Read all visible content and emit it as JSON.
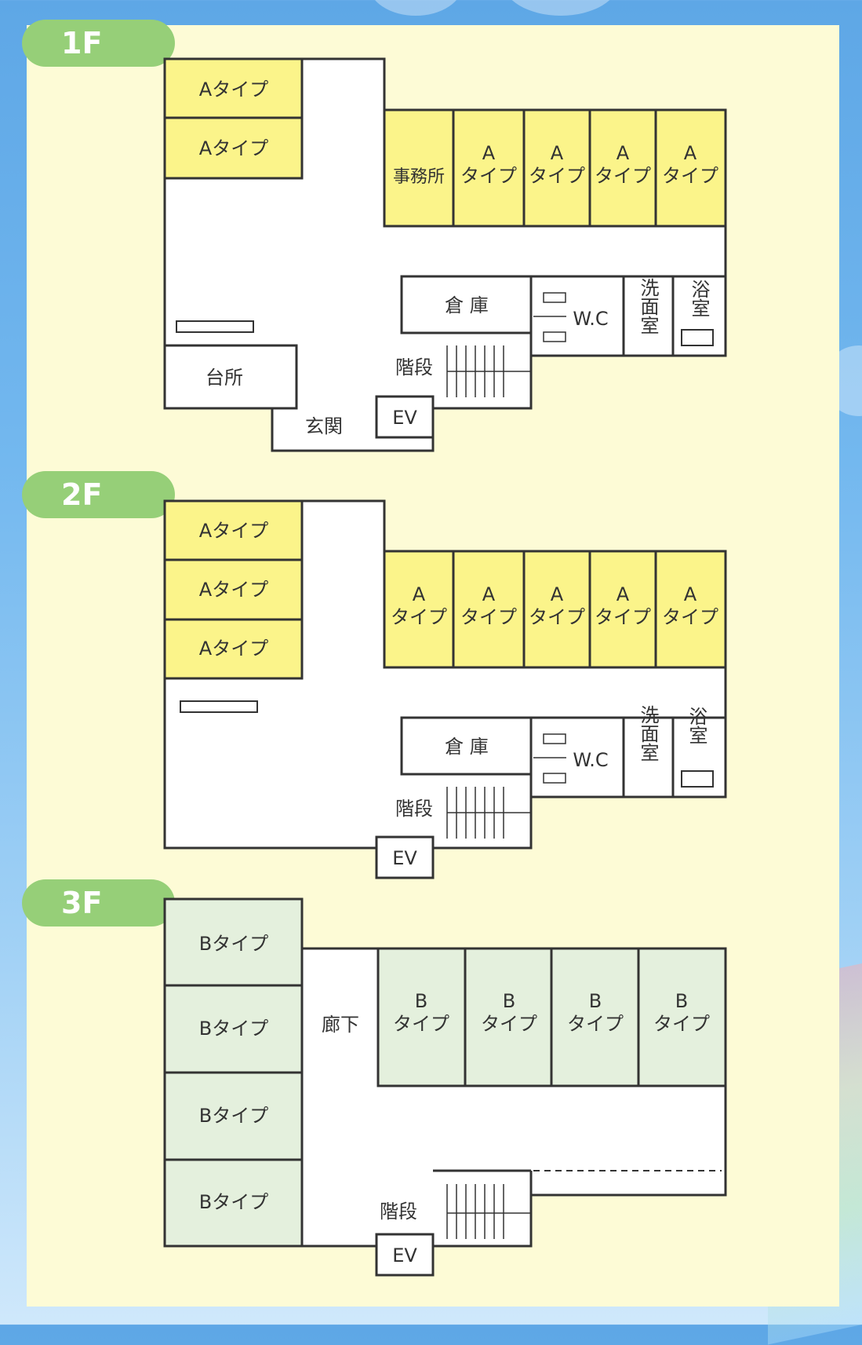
{
  "floors": [
    {
      "label": "1F",
      "rooms": {
        "a_left_1": "Aタイプ",
        "a_left_2": "Aタイプ",
        "office": "事務所",
        "a_top_1": [
          "A",
          "タイプ"
        ],
        "a_top_2": [
          "A",
          "タイプ"
        ],
        "a_top_3": [
          "A",
          "タイプ"
        ],
        "a_top_4": [
          "A",
          "タイプ"
        ],
        "storage": "倉 庫",
        "wc": "W.C",
        "washroom": "洗面室",
        "bath": "浴室",
        "stairs": "階段",
        "kitchen": "台所",
        "entrance": "玄関",
        "ev": "EV"
      }
    },
    {
      "label": "2F",
      "rooms": {
        "a_left_1": "Aタイプ",
        "a_left_2": "Aタイプ",
        "a_left_3": "Aタイプ",
        "a_top_1": [
          "A",
          "タイプ"
        ],
        "a_top_2": [
          "A",
          "タイプ"
        ],
        "a_top_3": [
          "A",
          "タイプ"
        ],
        "a_top_4": [
          "A",
          "タイプ"
        ],
        "a_top_5": [
          "A",
          "タイプ"
        ],
        "storage": "倉 庫",
        "wc": "W.C",
        "washroom": "洗面室",
        "bath": "浴室",
        "stairs": "階段",
        "ev": "EV"
      }
    },
    {
      "label": "3F",
      "rooms": {
        "b_left_1": "Bタイプ",
        "b_left_2": "Bタイプ",
        "b_left_3": "Bタイプ",
        "b_left_4": "Bタイプ",
        "corridor": "廊下",
        "b_top_1": [
          "B",
          "タイプ"
        ],
        "b_top_2": [
          "B",
          "タイプ"
        ],
        "b_top_3": [
          "B",
          "タイプ"
        ],
        "b_top_4": [
          "B",
          "タイプ"
        ],
        "stairs": "階段",
        "ev": "EV"
      }
    }
  ],
  "colors": {
    "type_a": "#fbf48a",
    "type_b": "#e4f0dd",
    "badge": "#96cf78",
    "panel": "#fdfbd6",
    "wall": "#333333"
  }
}
